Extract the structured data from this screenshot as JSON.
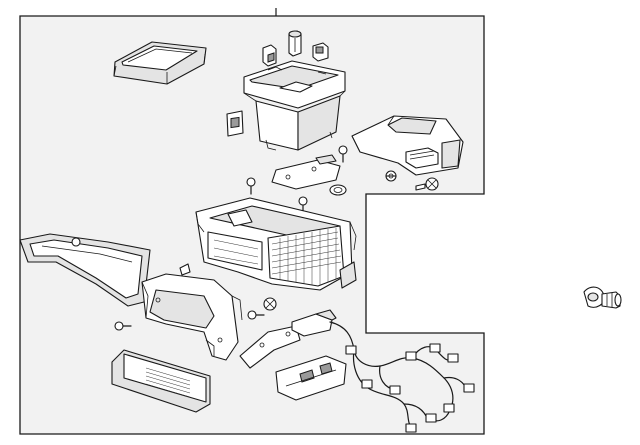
{
  "diagram": {
    "colors": {
      "background": "#ffffff",
      "panel_fill": "#f2f2f2",
      "line": "#1a1a1a",
      "part_fill": "#ffffff",
      "shade": "#e4e4e4"
    },
    "parts": [
      "lid-tray",
      "clips",
      "storage-bin",
      "switch-plate",
      "cup-holder-bezel",
      "bracket-plate",
      "console-frame",
      "side-trim-panel",
      "rear-panel",
      "rear-vent-bezel",
      "wiring-harness",
      "mounting-bracket",
      "screws",
      "push-pin-fastener"
    ]
  }
}
